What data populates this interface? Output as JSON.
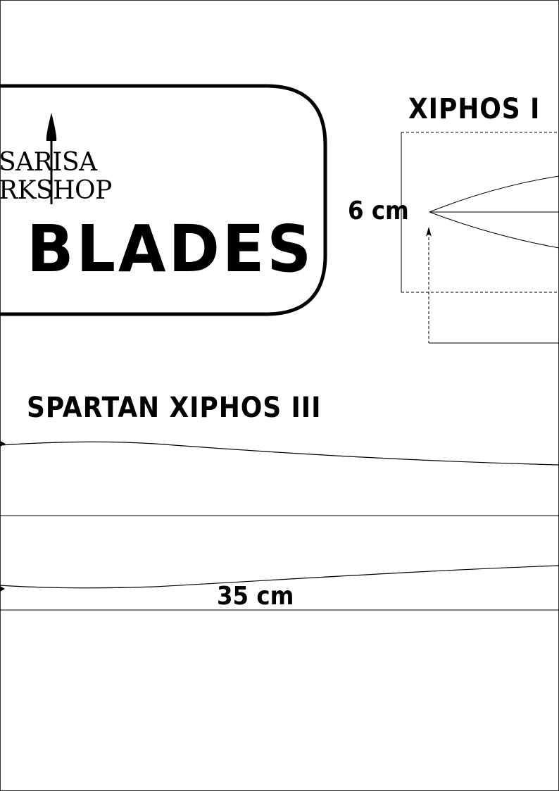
{
  "logo": {
    "line1": "SARISA",
    "line2": "RKSHOP"
  },
  "header": {
    "title": "BLADES"
  },
  "templates": [
    {
      "name": "XIPHOS I",
      "dimension": "6 cm"
    },
    {
      "name": "SPARTAN XIPHOS III",
      "dimension": "35 cm"
    }
  ],
  "icons": [
    "spear-icon"
  ],
  "colors": {
    "ink": "#000000",
    "background": "#ffffff"
  }
}
